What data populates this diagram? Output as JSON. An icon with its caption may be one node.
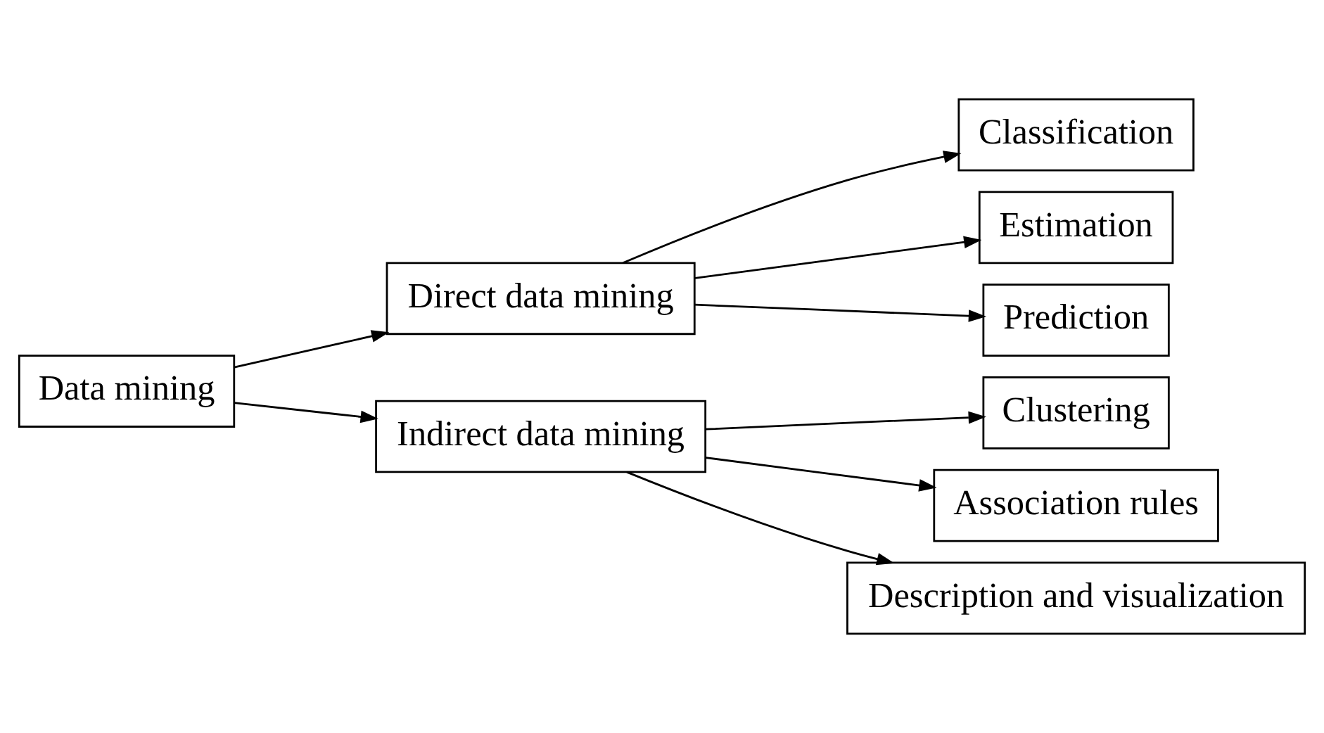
{
  "diagram": {
    "nodes": [
      {
        "text": [
          "Data mining"
        ]
      },
      {
        "text": [
          "Direct data mining"
        ]
      },
      {
        "text": [
          "Indirect data mining"
        ]
      },
      {
        "text": [
          "Classification"
        ]
      },
      {
        "text": [
          "Estimation"
        ]
      },
      {
        "text": [
          "Prediction"
        ]
      },
      {
        "text": [
          "Clustering"
        ]
      },
      {
        "text": [
          "Association rules"
        ]
      },
      {
        "text": [
          "Description and visualization"
        ]
      }
    ],
    "edges": [
      {
        "from": 0,
        "to": 1,
        "arrow": "to"
      },
      {
        "from": 0,
        "to": 2,
        "arrow": "to"
      },
      {
        "from": 1,
        "to": 3,
        "arrow": "to"
      },
      {
        "from": 1,
        "to": 4,
        "arrow": "to"
      },
      {
        "from": 1,
        "to": 5,
        "arrow": "to"
      },
      {
        "from": 2,
        "to": 6,
        "arrow": "to"
      },
      {
        "from": 2,
        "to": 7,
        "arrow": "to"
      },
      {
        "from": 2,
        "to": 8,
        "arrow": "to"
      }
    ]
  }
}
